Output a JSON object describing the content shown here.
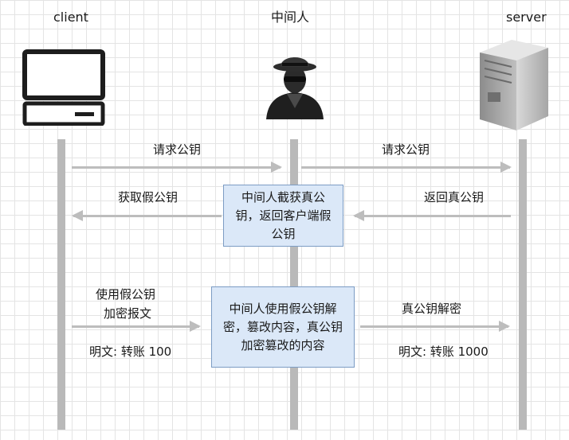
{
  "participants": {
    "client": "client",
    "mitm": "中间人",
    "server": "server"
  },
  "icons": {
    "client": "computer-icon",
    "mitm": "hacker-icon",
    "server": "server-icon"
  },
  "messages": {
    "m1_left": "请求公钥",
    "m1_right": "请求公钥",
    "m2_left": "获取假公钥",
    "m2_right": "返回真公钥",
    "m3_left_line1": "使用假公钥",
    "m3_left_line2": "加密报文",
    "m3_left_plain": "明文: 转账 100",
    "m3_right": "真公钥解密",
    "m3_right_plain": "明文: 转账 1000"
  },
  "notes": {
    "note1": "中间人截获真公钥，返回客户端假公钥",
    "note2": "中间人使用假公钥解密，篡改内容，真公钥加密篡改的内容"
  }
}
